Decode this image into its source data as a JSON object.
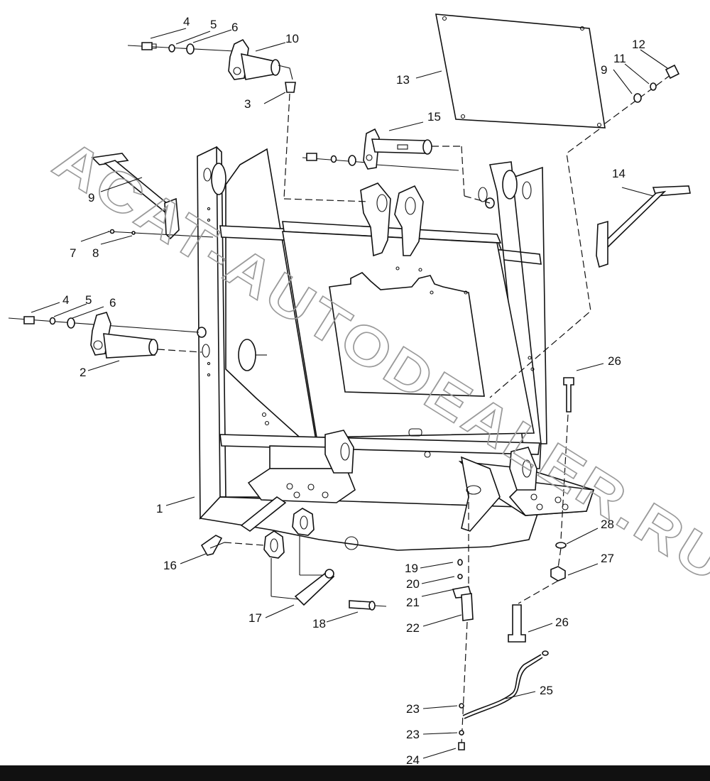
{
  "watermark": "ACAT-AUTODEALER.RU",
  "callouts": {
    "c1": "1",
    "c2": "2",
    "c3": "3",
    "c4a": "4",
    "c4b": "4",
    "c5a": "5",
    "c5b": "5",
    "c6a": "6",
    "c6b": "6",
    "c7": "7",
    "c8": "8",
    "c9a": "9",
    "c9b": "9",
    "c10": "10",
    "c11": "11",
    "c12": "12",
    "c13": "13",
    "c14": "14",
    "c15": "15",
    "c16": "16",
    "c17": "17",
    "c18": "18",
    "c19": "19",
    "c20": "20",
    "c21": "21",
    "c22": "22",
    "c23a": "23",
    "c23b": "23",
    "c24": "24",
    "c25": "25",
    "c26a": "26",
    "c26b": "26",
    "c27": "27",
    "c28": "28"
  },
  "colors": {
    "line": "#111111",
    "watermark": "#9a9a9a",
    "background": "#ffffff"
  }
}
